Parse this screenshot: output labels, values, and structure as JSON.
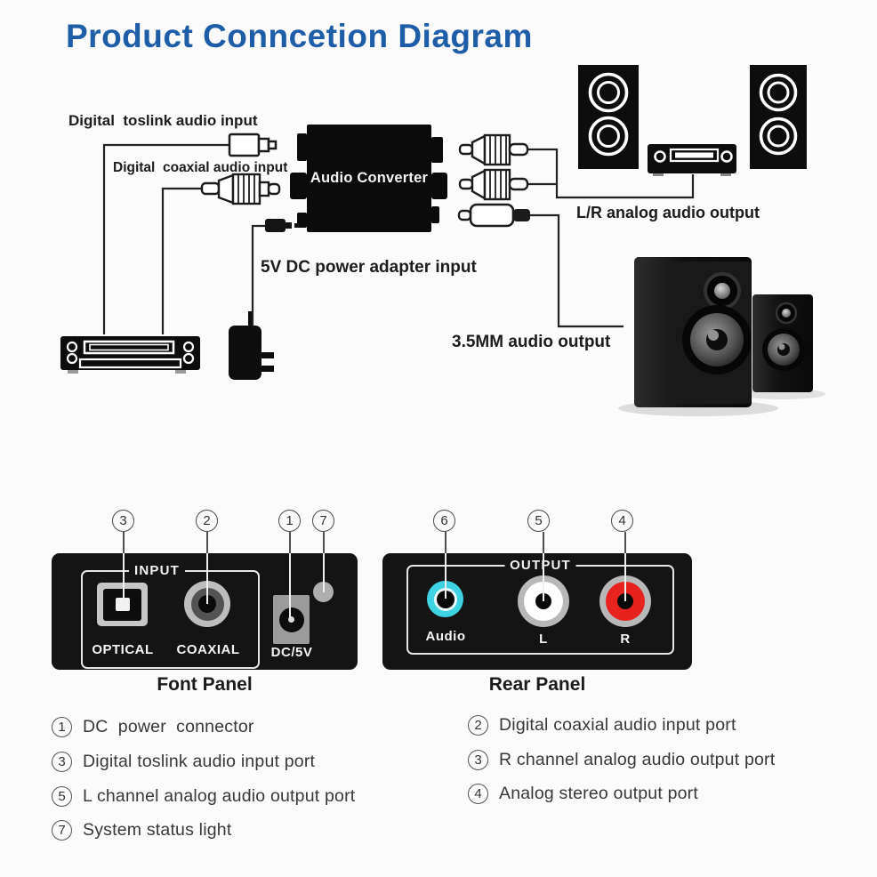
{
  "title": "Product Conncetion Diagram",
  "diagram": {
    "converter_label": "Audio Converter",
    "toslink_label": "Digital  toslink audio input",
    "coaxial_label": "Digital  coaxial audio input",
    "power_label": "5V DC power adapter input",
    "lr_output_label": "L/R analog audio output",
    "jack_output_label": "3.5MM audio output"
  },
  "front_panel": {
    "caption": "Font Panel",
    "group_label": "INPUT",
    "optical_label": "OPTICAL",
    "coaxial_label": "COAXIAL",
    "dc_label": "DC/5V",
    "callouts": {
      "optical": "3",
      "coaxial": "2",
      "dc": "1",
      "light": "7"
    }
  },
  "rear_panel": {
    "caption": "Rear Panel",
    "group_label": "OUTPUT",
    "audio_label": "Audio",
    "l_label": "L",
    "r_label": "R",
    "callouts": {
      "audio": "6",
      "l": "5",
      "r": "4"
    }
  },
  "legend": {
    "left": [
      {
        "num": "1",
        "text": "DC  power  connector"
      },
      {
        "num": "3",
        "text": "Digital toslink audio input port"
      },
      {
        "num": "5",
        "text": "L channel analog audio output port"
      },
      {
        "num": "7",
        "text": "System status light"
      }
    ],
    "right": [
      {
        "num": "2",
        "text": "Digital coaxial audio input port"
      },
      {
        "num": "3",
        "text": "R channel analog audio output port"
      },
      {
        "num": "4",
        "text": "Analog stereo output port"
      }
    ]
  },
  "colors": {
    "title_blue": "#1e5da7",
    "audio_port_cyan": "#3ed3e3",
    "l_port_white": "#fdfdfd",
    "r_port_red": "#e8221e"
  }
}
